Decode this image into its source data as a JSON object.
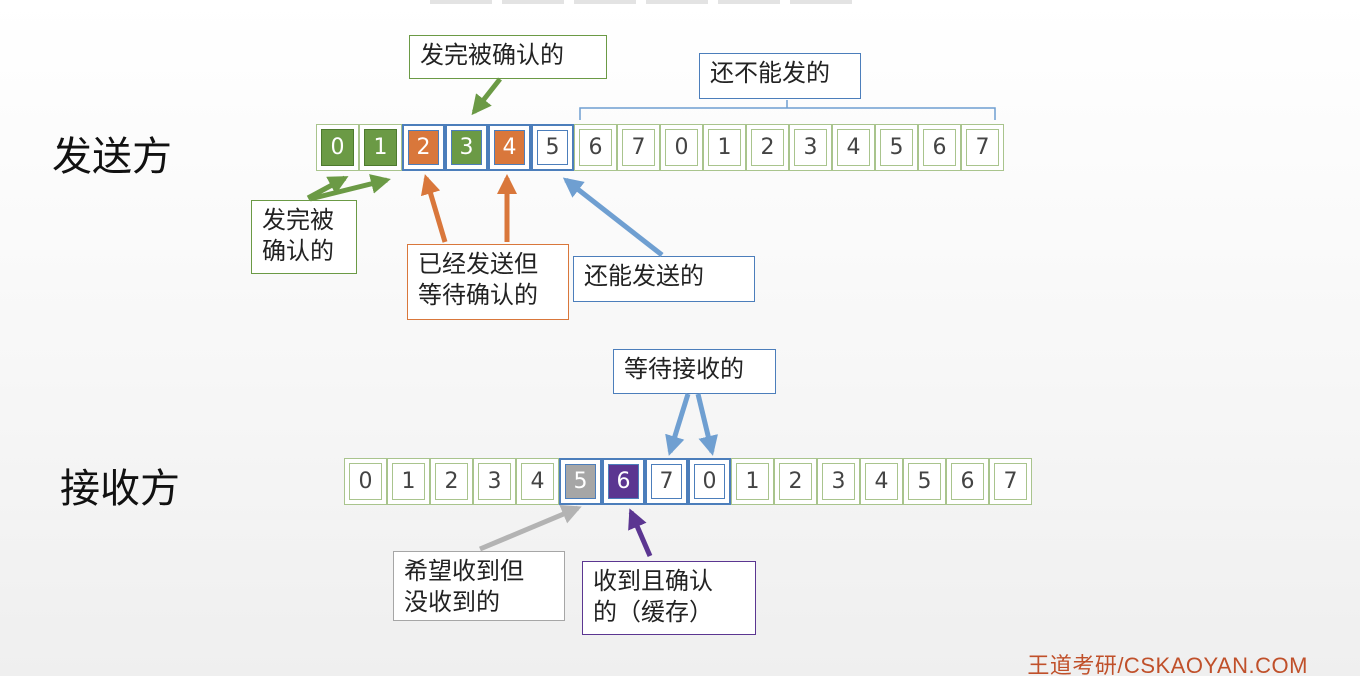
{
  "sender": {
    "label": "发送方",
    "cells": [
      "0",
      "1",
      "2",
      "3",
      "4",
      "5",
      "6",
      "7",
      "0",
      "1",
      "2",
      "3",
      "4",
      "5",
      "6",
      "7"
    ],
    "ann_acked_top": "发完被确认的",
    "ann_acked_left": [
      "发完被",
      "确认的"
    ],
    "ann_sent_wait": [
      "已经发送但",
      "等待确认的"
    ],
    "ann_can_send": "还能发送的",
    "ann_cannot_send": "还不能发的"
  },
  "receiver": {
    "label": "接收方",
    "cells": [
      "0",
      "1",
      "2",
      "3",
      "4",
      "5",
      "6",
      "7",
      "0",
      "1",
      "2",
      "3",
      "4",
      "5",
      "6",
      "7"
    ],
    "ann_waiting": "等待接收的",
    "ann_expected": [
      "希望收到但",
      "没收到的"
    ],
    "ann_received": [
      "收到且确认",
      "的（缓存）"
    ]
  },
  "watermark": "王道考研/CSKAOYAN.COM",
  "colors": {
    "green": "#6b9a45",
    "orange": "#d9773b",
    "blue": "#4c7ebb",
    "gray": "#a6a6a6",
    "purple": "#5b3691",
    "cell_border": "#a9c48d"
  }
}
